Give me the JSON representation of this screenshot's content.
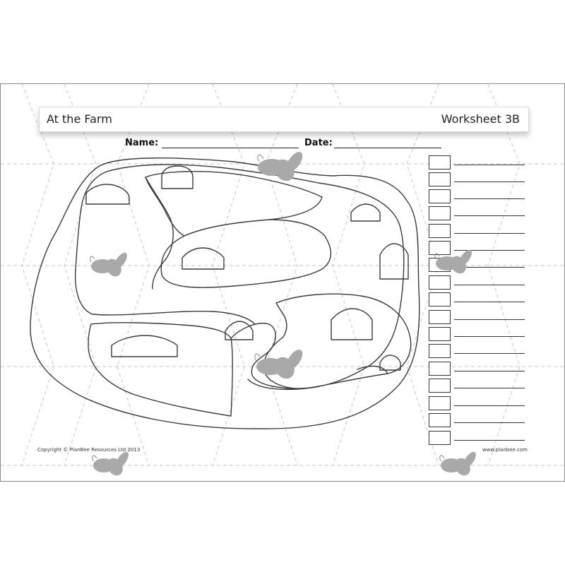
{
  "worksheet": {
    "title": "At the Farm",
    "number": "Worksheet 3B"
  },
  "fields": {
    "name_label": "Name:",
    "date_label": "Date:"
  },
  "answer_rows": 17,
  "footer": {
    "copyright": "Copyright © PlanBee Resources Ltd 2013",
    "website": "www.planbee.com"
  },
  "colors": {
    "hex_line": "#cfcfcf",
    "map_stroke": "#3a3a3a",
    "bee": "#a9a9a9"
  }
}
